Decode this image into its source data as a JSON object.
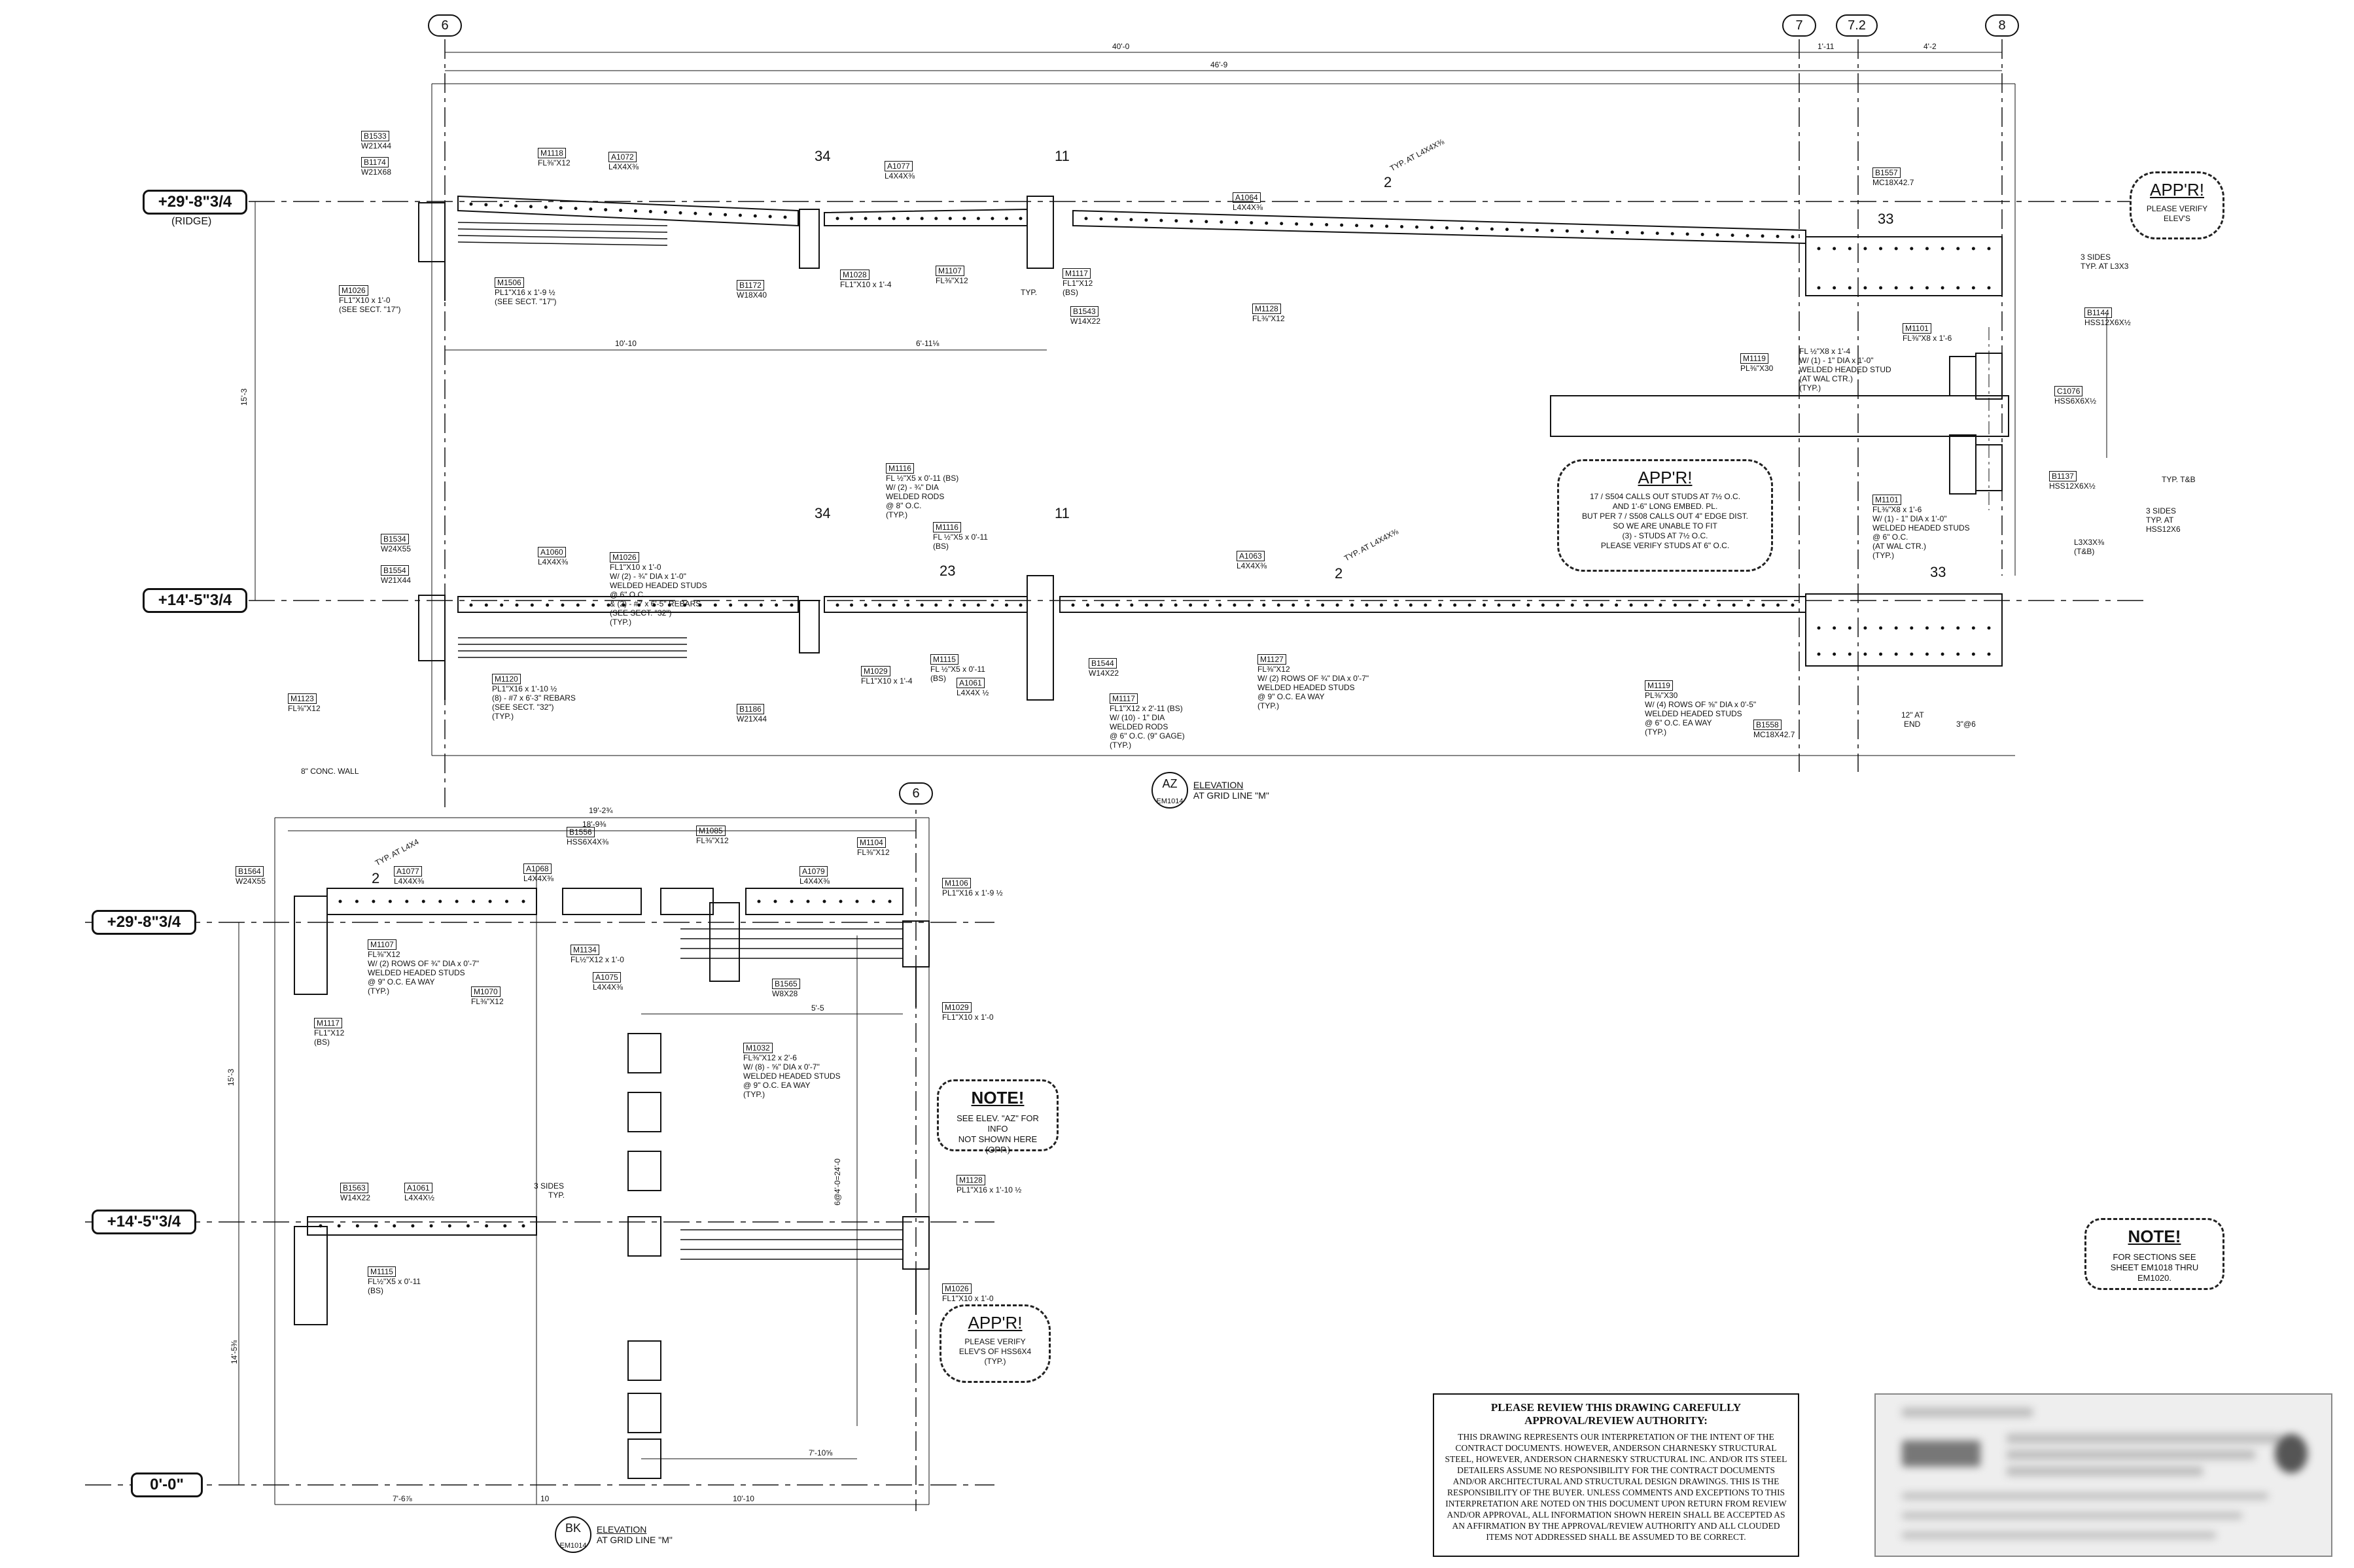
{
  "levels": {
    "upper_top": {
      "label": "+29'-8\"3/4",
      "sub": "(RIDGE)"
    },
    "upper_bottom": {
      "label": "+14'-5\"3/4"
    },
    "lower_top": {
      "label": "+29'-8\"3/4"
    },
    "lower_mid": {
      "label": "+14'-5\"3/4"
    },
    "lower_base": {
      "label": "0'-0\""
    }
  },
  "grid": {
    "upper": [
      "6",
      "7",
      "7.2",
      "8"
    ],
    "lower": [
      "6"
    ]
  },
  "dims_upper": {
    "overall_1": "40'-0",
    "overall_2": "46'-9",
    "d_7_72": "1'-11",
    "d_72_8": "4'-2",
    "span_a": "10'-10",
    "span_b": "6'-11⅛",
    "height": "15'-3"
  },
  "dims_lower": {
    "top_1": "19'-2¾",
    "top_2": "18'-9⅜",
    "span_a": "15'-3",
    "span_b": "14'-5⅜",
    "bot_a": "7'-6⅞",
    "bot_b": "10'-10",
    "bot_c": "10",
    "mid_a": "5'-5",
    "mid_b": "7'-10⅝",
    "vert_a": "6@4'-0=24'-0"
  },
  "sections": [
    "34",
    "11",
    "2",
    "33",
    "23",
    "34",
    "11",
    "2",
    "33",
    "2"
  ],
  "elevations": {
    "az": {
      "mark": "AZ",
      "sheet": "EM1014",
      "title": "ELEVATION",
      "sub": "AT GRID LINE \"M\""
    },
    "bk": {
      "mark": "BK",
      "sheet": "EM1014",
      "title": "ELEVATION",
      "sub": "AT GRID LINE \"M\""
    }
  },
  "callouts_upper": [
    {
      "mk": "B1533",
      "lines": [
        "W21X44"
      ]
    },
    {
      "mk": "B1174",
      "lines": [
        "W21X68"
      ]
    },
    {
      "mk": "M1026",
      "lines": [
        "FL1\"X10 x 1'-0",
        "(SEE SECT. \"17\")"
      ]
    },
    {
      "mk": "M1118",
      "lines": [
        "FL⅜\"X12"
      ]
    },
    {
      "mk": "A1072",
      "lines": [
        "L4X4X⅜"
      ]
    },
    {
      "mk": "M1506",
      "lines": [
        "PL1\"X16 x 1'-9 ½",
        "(SEE SECT. \"17\")"
      ]
    },
    {
      "mk": "A1077",
      "lines": [
        "L4X4X⅜"
      ]
    },
    {
      "mk": "B1172",
      "lines": [
        "W18X40"
      ]
    },
    {
      "mk": "M1028",
      "lines": [
        "FL1\"X10 x 1'-4"
      ]
    },
    {
      "mk": "M1107",
      "lines": [
        "FL⅜\"X12"
      ]
    },
    {
      "mk": "M1117",
      "lines": [
        "FL1\"X12",
        "(BS)"
      ]
    },
    {
      "mk": "B1543",
      "lines": [
        "W14X22"
      ]
    },
    {
      "mk": "A1064",
      "lines": [
        "L4X4X⅜"
      ]
    },
    {
      "mk": "M1128",
      "lines": [
        "FL⅜\"X12"
      ]
    },
    {
      "mk": "B1557",
      "lines": [
        "MC18X42.7"
      ]
    },
    {
      "mk": "M1119",
      "lines": [
        "PL⅜\"X30"
      ]
    },
    {
      "mk": "M1101",
      "lines": [
        "FL⅜\"X8 x 1'-6"
      ]
    },
    {
      "mk": "B1144",
      "lines": [
        "HSS12X6X½"
      ]
    },
    {
      "mk": "C1076",
      "lines": [
        "HSS6X6X½"
      ]
    },
    {
      "mk": "B1137",
      "lines": [
        "HSS12X6X½"
      ]
    }
  ],
  "callouts_upper_low": [
    {
      "mk": "B1534",
      "lines": [
        "W24X55"
      ]
    },
    {
      "mk": "B1554",
      "lines": [
        "W21X44"
      ]
    },
    {
      "mk": "M1123",
      "lines": [
        "FL⅜\"X12"
      ]
    },
    {
      "mk": "A1060",
      "lines": [
        "L4X4X⅜"
      ]
    },
    {
      "mk": "M1026",
      "lines": [
        "FL1\"X10 x 1'-0",
        "W/ (2) - ¾\" DIA x 1'-0\"",
        "WELDED HEADED STUDS",
        "@ 6\" O.C.",
        "& (2) - #7 x 6'-5\" REBARS",
        "(SEE SECT. \"32\")",
        "(TYP.)"
      ]
    },
    {
      "mk": "M1120",
      "lines": [
        "PL1\"X16 x 1'-10 ½",
        "(8) - #7 x 6'-3\" REBARS",
        "(SEE SECT. \"32\")",
        "(TYP.)"
      ]
    },
    {
      "mk": "B1186",
      "lines": [
        "W21X44"
      ]
    },
    {
      "mk": "M1116",
      "lines": [
        "FL ½\"X5 x 0'-11 (BS)",
        "W/ (2) - ¾\" DIA",
        "WELDED RODS",
        "@ 8\" O.C.",
        "(TYP.)"
      ]
    },
    {
      "mk": "M1116",
      "lines": [
        "FL ½\"X5 x 0'-11",
        "(BS)"
      ]
    },
    {
      "mk": "M1115",
      "lines": [
        "FL ½\"X5 x 0'-11",
        "(BS)"
      ]
    },
    {
      "mk": "M1029",
      "lines": [
        "FL1\"X10 x 1'-4"
      ]
    },
    {
      "mk": "A1061",
      "lines": [
        "L4X4X ½"
      ]
    },
    {
      "mk": "B1544",
      "lines": [
        "W14X22"
      ]
    },
    {
      "mk": "M1117",
      "lines": [
        "FL1\"X12 x 2'-11 (BS)",
        "W/ (10) - 1\" DIA",
        "WELDED RODS",
        "@ 6\" O.C. (9\" GAGE)",
        "(TYP.)"
      ]
    },
    {
      "mk": "A1063",
      "lines": [
        "L4X4X⅜"
      ]
    },
    {
      "mk": "M1127",
      "lines": [
        "FL⅜\"X12",
        "W/ (2) ROWS OF ¾\" DIA x 0'-7\"",
        "WELDED HEADED STUDS",
        "@ 9\" O.C. EA WAY",
        "(TYP.)"
      ]
    },
    {
      "mk": "M1119",
      "lines": [
        "PL⅜\"X30",
        "W/ (4) ROWS OF ⅝\" DIA x 0'-5\"",
        "WELDED HEADED STUDS",
        "@ 6\" O.C. EA WAY",
        "(TYP.)"
      ]
    },
    {
      "mk": "B1558",
      "lines": [
        "MC18X42.7"
      ]
    },
    {
      "mk": "M1101",
      "lines": [
        "FL⅜\"X8 x 1'-6",
        "W/ (1) - 1\" DIA x 1'-0\"",
        "WELDED HEADED STUDS",
        "@ 6\" O.C.",
        "(AT WAL CTR.)",
        "(TYP.)"
      ]
    }
  ],
  "callouts_lower": [
    {
      "mk": "B1564",
      "lines": [
        "W24X55"
      ]
    },
    {
      "mk": "A1077",
      "lines": [
        "L4X4X⅜"
      ]
    },
    {
      "mk": "B1556",
      "lines": [
        "HSS6X4X⅜"
      ]
    },
    {
      "mk": "A1068",
      "lines": [
        "L4X4X⅜"
      ]
    },
    {
      "mk": "M1085",
      "lines": [
        "FL⅜\"X12"
      ]
    },
    {
      "mk": "A1079",
      "lines": [
        "L4X4X⅜"
      ]
    },
    {
      "mk": "M1104",
      "lines": [
        "FL⅜\"X12"
      ]
    },
    {
      "mk": "M1106",
      "lines": [
        "PL1\"X16 x 1'-9 ½"
      ]
    },
    {
      "mk": "M1107",
      "lines": [
        "FL⅜\"X12",
        "W/ (2) ROWS OF ¾\" DIA x 0'-7\"",
        "WELDED HEADED STUDS",
        "@ 9\" O.C. EA WAY",
        "(TYP.)"
      ]
    },
    {
      "mk": "M1070",
      "lines": [
        "FL⅜\"X12"
      ]
    },
    {
      "mk": "M1117",
      "lines": [
        "FL1\"X12",
        "(BS)"
      ]
    },
    {
      "mk": "M1134",
      "lines": [
        "FL½\"X12 x 1'-0"
      ]
    },
    {
      "mk": "A1075",
      "lines": [
        "L4X4X⅜"
      ]
    },
    {
      "mk": "B1565",
      "lines": [
        "W8X28"
      ]
    },
    {
      "mk": "M1029",
      "lines": [
        "FL1\"X10 x 1'-0"
      ]
    },
    {
      "mk": "M1032",
      "lines": [
        "FL⅜\"X12 x 2'-6",
        "W/ (8) - ⅝\" DIA x 0'-7\"",
        "WELDED HEADED STUDS",
        "@ 9\" O.C. EA WAY",
        "(TYP.)"
      ]
    },
    {
      "mk": "B1563",
      "lines": [
        "W14X22"
      ]
    },
    {
      "mk": "A1061",
      "lines": [
        "L4X4X½"
      ]
    },
    {
      "mk": "M1115",
      "lines": [
        "FL½\"X5 x 0'-11",
        "(BS)"
      ]
    },
    {
      "mk": "M1128",
      "lines": [
        "PL1\"X16 x 1'-10 ½"
      ]
    },
    {
      "mk": "M1026",
      "lines": [
        "FL1\"X10 x 1'-0"
      ]
    }
  ],
  "notes": {
    "appr_upper_right": {
      "head": "APP'R!",
      "body": [
        "PLEASE VERIFY",
        "ELEV'S"
      ]
    },
    "appr_mid": {
      "head": "APP'R!",
      "body": [
        "17 / S504 CALLS OUT STUDS AT 7½ O.C.",
        "AND 1'-6\" LONG EMBED. PL.",
        "BUT PER 7 / S508 CALLS OUT 4\" EDGE DIST.",
        "SO WE ARE UNABLE TO FIT",
        "(3) - STUDS AT 7½ O.C.",
        "PLEASE VERIFY STUDS AT 6\" O.C."
      ]
    },
    "note_lower": {
      "head": "NOTE!",
      "body": [
        "SEE ELEV. \"AZ\" FOR INFO",
        "NOT SHOWN HERE (OPP.)"
      ]
    },
    "appr_lower": {
      "head": "APP'R!",
      "body": [
        "PLEASE VERIFY",
        "ELEV'S OF HSS6X4",
        "(TYP.)"
      ]
    },
    "note_right": {
      "head": "NOTE!",
      "body": [
        "FOR SECTIONS SEE",
        "SHEET EM1018 THRU EM1020."
      ]
    }
  },
  "misc_labels": {
    "conc_wall": "8\" CONC. WALL",
    "three_sides_1": "3 SIDES",
    "typ_l3x3": "TYP. AT L3X3",
    "three_sides_2": "3 SIDES",
    "typ_hss": "TYP. AT",
    "hss": "HSS12X6",
    "l3x3x": "L3X3X⅜",
    "tb": "(T&B)",
    "typ_tb": "TYP. T&B",
    "typ": "TYP.",
    "end_12": "12\" AT",
    "end": "END",
    "spacing": "3\"@6",
    "wal_ctr": "FL ½\"X8 x 1'-4",
    "wal_ctr_2": "W/ (1) - 1\" DIA x 1'-0\"",
    "wal_ctr_3": "WELDED HEADED STUD",
    "wal_ctr_4": "(AT WAL CTR.)",
    "wal_ctr_5": "(TYP.)",
    "typ_at_l4x4_1": "TYP. AT L4X4X⅜",
    "typ_at_l4x4_2": "TYP. AT L4X4X⅜",
    "typ_at_l4x4_3": "TYP. AT L4X4",
    "three_sides_lower": "3 SIDES",
    "lower_typ": "TYP."
  },
  "review": {
    "title_1": "PLEASE REVIEW THIS DRAWING CAREFULLY",
    "title_2": "APPROVAL/REVIEW AUTHORITY:",
    "body": "THIS DRAWING REPRESENTS OUR INTERPRETATION OF THE INTENT OF THE CONTRACT DOCUMENTS. HOWEVER, ANDERSON CHARNESKY STRUCTURAL STEEL, HOWEVER, ANDERSON CHARNESKY STRUCTURAL INC. AND/OR ITS STEEL DETAILERS ASSUME NO RESPONSIBILITY FOR THE CONTRACT DOCUMENTS AND/OR ARCHITECTURAL AND STRUCTURAL DESIGN DRAWINGS. THIS IS THE RESPONSIBILITY OF THE BUYER. UNLESS COMMENTS AND EXCEPTIONS TO THIS INTERPRETATION ARE NOTED ON THIS DOCUMENT UPON RETURN FROM REVIEW AND/OR APPROVAL, ALL INFORMATION SHOWN HEREIN SHALL BE ACCEPTED AS AN AFFIRMATION BY THE APPROVAL/REVIEW AUTHORITY AND ALL CLOUDED ITEMS NOT ADDRESSED SHALL BE ASSUMED TO BE CORRECT."
  },
  "colors": {
    "ink": "#111111",
    "paper": "#ffffff",
    "dashline": "#555555",
    "blur": "#bbbbbb"
  }
}
